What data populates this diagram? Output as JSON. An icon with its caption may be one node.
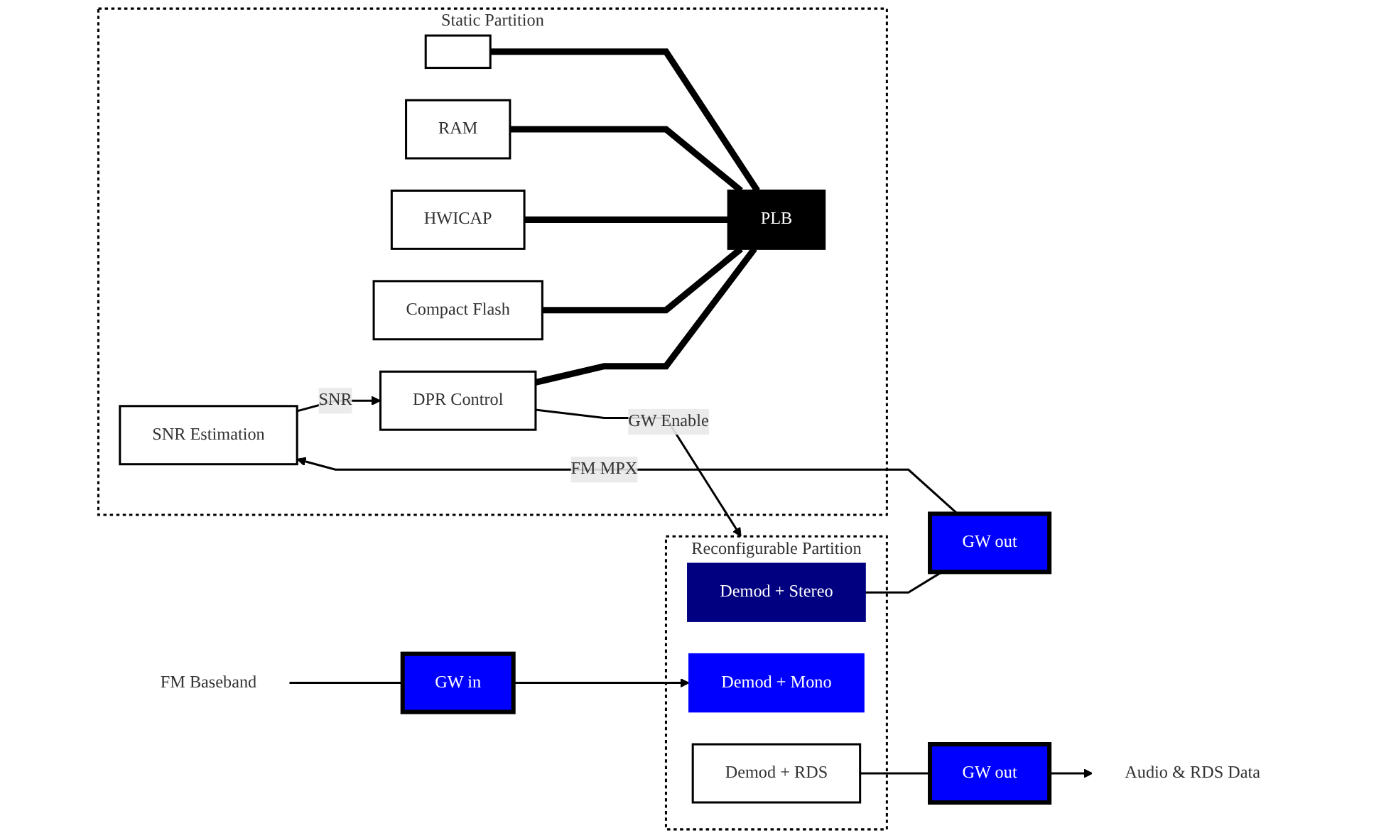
{
  "diagram": {
    "nodes": [
      {
        "text": [
          "Static Partition"
        ]
      },
      {
        "text": [],
        "shape": "box",
        "in": 0
      },
      {
        "text": [
          "RAM"
        ],
        "in": 0
      },
      {
        "text": [
          "HWICAP"
        ],
        "in": 0
      },
      {
        "text": [
          "Compact Flash"
        ],
        "in": 0
      },
      {
        "text": [
          "PLB"
        ],
        "in": 0
      },
      {
        "text": [
          "SNR Estimation"
        ],
        "in": 0
      },
      {
        "text": [
          "DPR Control"
        ],
        "in": 0
      },
      {
        "text": [
          "Reconfigurable Partition"
        ]
      },
      {
        "text": [
          "Demod + Stereo"
        ],
        "in": 8
      },
      {
        "text": [
          "Demod + Mono"
        ],
        "in": 8
      },
      {
        "text": [
          "Demod + RDS"
        ],
        "in": 8
      },
      {
        "text": [
          "GW out"
        ]
      },
      {
        "text": [
          "GW in"
        ]
      },
      {
        "text": [
          "GW out"
        ]
      },
      {
        "text": [
          "FM Baseband"
        ]
      },
      {
        "text": [
          "Audio & RDS Data"
        ]
      }
    ],
    "edges": [
      {
        "from": 1,
        "to": 5,
        "arrow": "none",
        "style": "thick"
      },
      {
        "from": 2,
        "to": 5,
        "arrow": "none",
        "style": "thick"
      },
      {
        "from": 3,
        "to": 5,
        "arrow": "none",
        "style": "thick"
      },
      {
        "from": 4,
        "to": 5,
        "arrow": "none",
        "style": "thick"
      },
      {
        "from": 7,
        "to": 5,
        "arrow": "none",
        "style": "thick"
      },
      {
        "from": 9,
        "to": 12,
        "arrow": "none"
      },
      {
        "from": 12,
        "to": 6,
        "label": "FM MPX",
        "arrow": "to"
      },
      {
        "from": 6,
        "to": 7,
        "label": "SNR",
        "arrow": "to"
      },
      {
        "from": 7,
        "to": 8,
        "label": "GW Enable",
        "arrow": "to"
      },
      {
        "from": 15,
        "to": 13,
        "arrow": "none"
      },
      {
        "from": 13,
        "to": 10,
        "arrow": "to"
      },
      {
        "from": 11,
        "to": 14,
        "arrow": "none"
      },
      {
        "from": 14,
        "to": 16,
        "arrow": "to"
      }
    ]
  }
}
